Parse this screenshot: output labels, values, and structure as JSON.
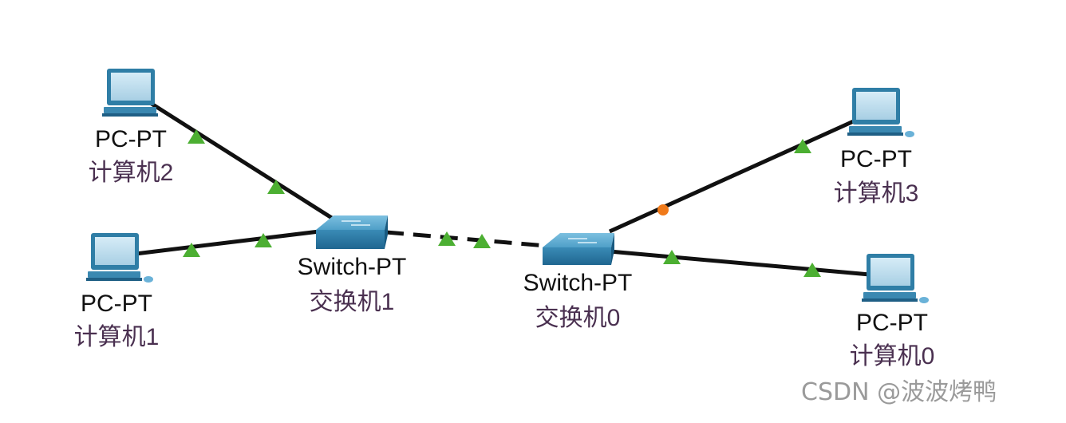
{
  "devices": [
    {
      "id": "pc2",
      "type": "pc",
      "model": "PC-PT",
      "name": "计算机2"
    },
    {
      "id": "pc1",
      "type": "pc",
      "model": "PC-PT",
      "name": "计算机1"
    },
    {
      "id": "sw1",
      "type": "switch",
      "model": "Switch-PT",
      "name": "交换机1"
    },
    {
      "id": "sw0",
      "type": "switch",
      "model": "Switch-PT",
      "name": "交换机0"
    },
    {
      "id": "pc3",
      "type": "pc",
      "model": "PC-PT",
      "name": "计算机3"
    },
    {
      "id": "pc0",
      "type": "pc",
      "model": "PC-PT",
      "name": "计算机0"
    }
  ],
  "links": [
    {
      "from": "pc2",
      "to": "sw1",
      "style": "solid",
      "status": [
        "up",
        "up"
      ]
    },
    {
      "from": "pc1",
      "to": "sw1",
      "style": "solid",
      "status": [
        "up",
        "up"
      ]
    },
    {
      "from": "sw1",
      "to": "sw0",
      "style": "dashed",
      "status": [
        "up",
        "up"
      ]
    },
    {
      "from": "sw0",
      "to": "pc3",
      "style": "solid",
      "status": [
        "blocking",
        "up"
      ]
    },
    {
      "from": "sw0",
      "to": "pc0",
      "style": "solid",
      "status": [
        "up",
        "up"
      ]
    }
  ],
  "colors": {
    "link": "#111111",
    "link_up": "#4caf32",
    "link_blocking": "#f07a1a",
    "switch_body": "#3d8bb5",
    "pc_screen": "#b9dbee"
  },
  "icons": {
    "pc": "desktop-computer-icon",
    "switch": "network-switch-icon"
  },
  "watermark": "CSDN @波波烤鸭"
}
